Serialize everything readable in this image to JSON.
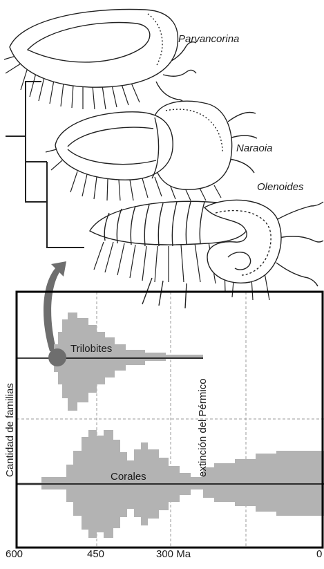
{
  "taxa": [
    "Parvancorina",
    "Naraoia",
    "Olenoides"
  ],
  "series": [
    "Trilobites",
    "Corales"
  ],
  "y_label": "Cantidad de familias",
  "event_label": "extinción del Pérmico",
  "x_ticks": [
    "600",
    "450",
    "300 Ma",
    "0"
  ],
  "colors": {
    "frame": "#000000",
    "diversity_fill": "#b3b3b3",
    "highlight_circle": "#6e6e6e",
    "arrow": "#6e6e6e",
    "grid": "#999999",
    "sketch_line": "#222222"
  }
}
